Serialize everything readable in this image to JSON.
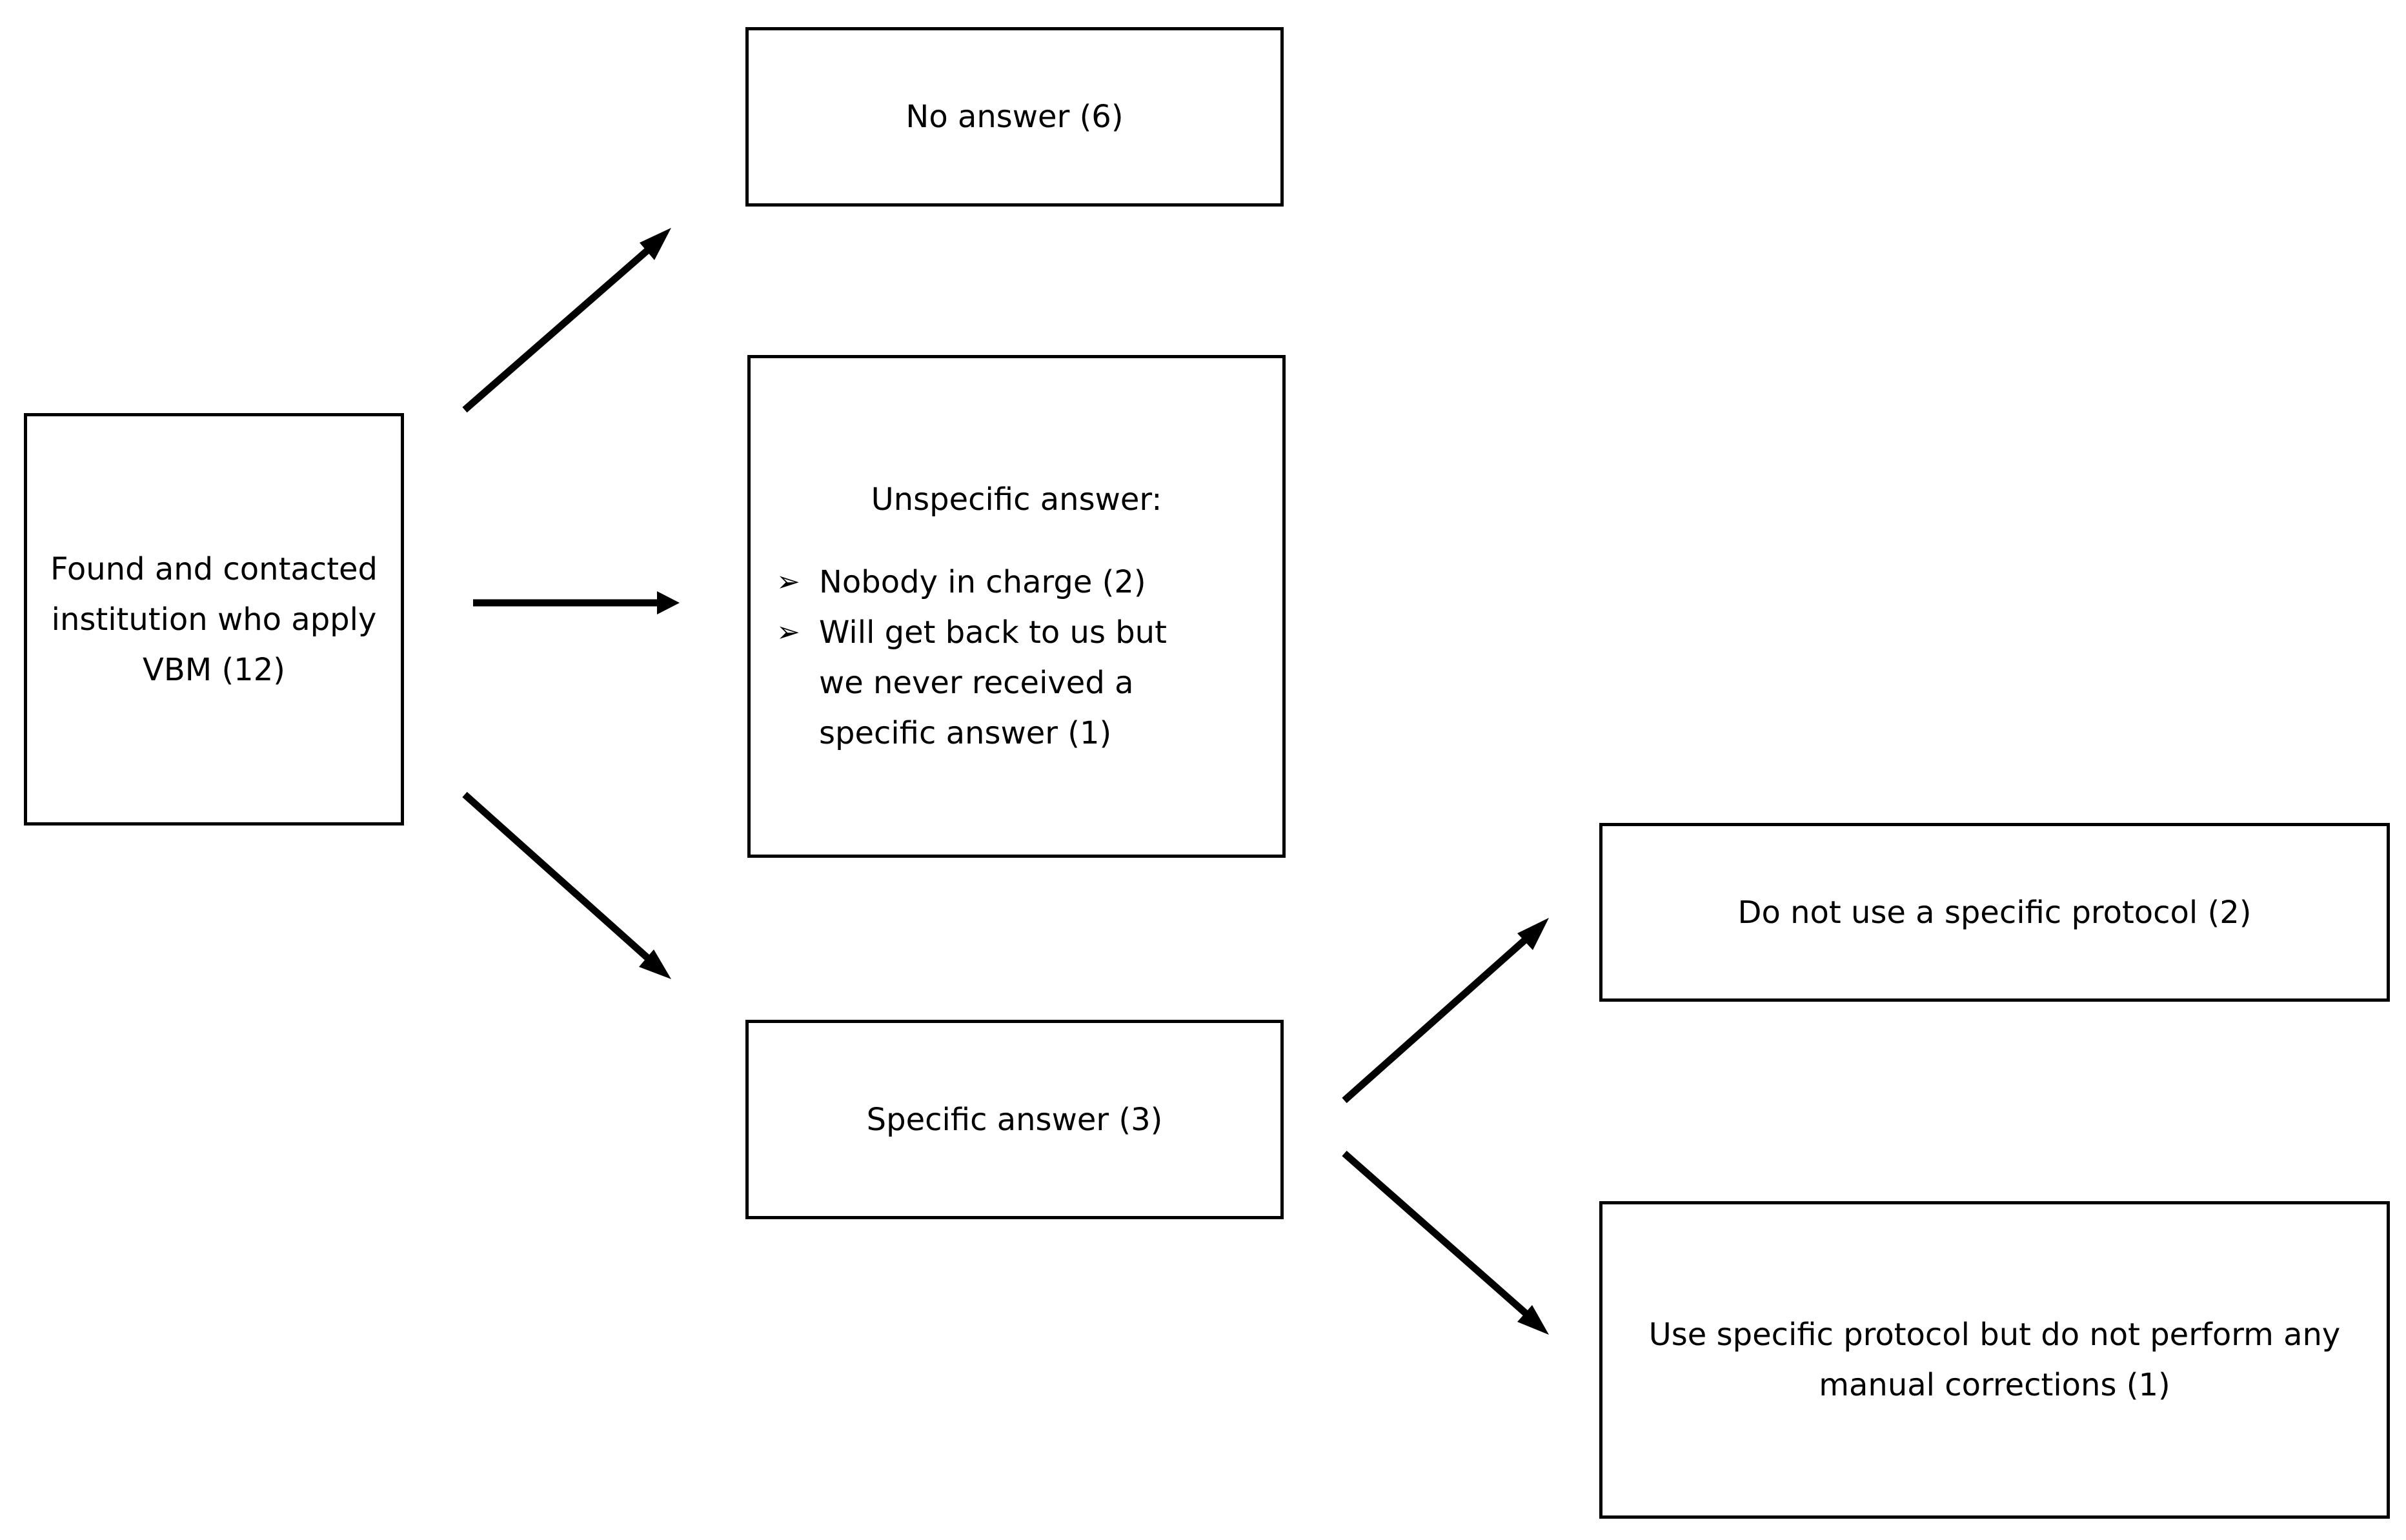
{
  "diagram": {
    "source": {
      "label": "Found and contacted institution who apply VBM (12)"
    },
    "no_answer": {
      "label": "No answer (6)"
    },
    "unspecific": {
      "heading": "Unspecific answer:",
      "bullet_marker": "➢",
      "items": [
        "Nobody in charge (2)",
        "Will get back to us but we never received a specific answer (1)"
      ]
    },
    "specific": {
      "label": "Specific answer (3)"
    },
    "no_protocol": {
      "label": "Do not use a specific protocol (2)"
    },
    "protocol": {
      "label": "Use specific protocol but do not perform any manual corrections (1)"
    },
    "edges": [
      {
        "from": "source",
        "to": "no_answer"
      },
      {
        "from": "source",
        "to": "unspecific"
      },
      {
        "from": "source",
        "to": "specific"
      },
      {
        "from": "specific",
        "to": "no_protocol"
      },
      {
        "from": "specific",
        "to": "protocol"
      }
    ]
  }
}
